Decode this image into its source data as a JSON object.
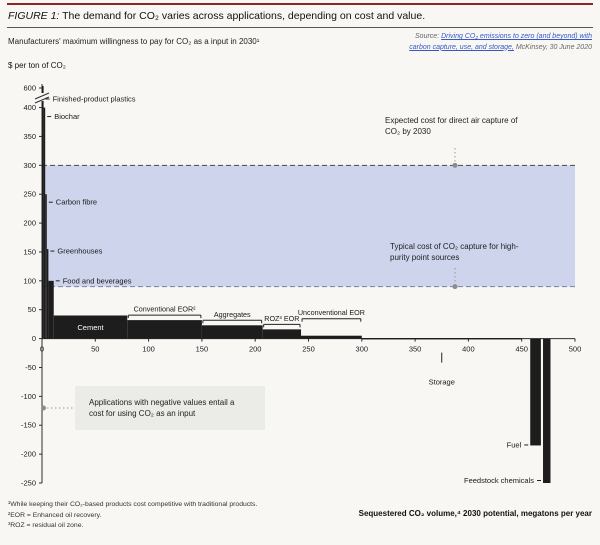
{
  "page": {
    "bg": "#f8f7f4"
  },
  "header": {
    "figure_label": "FIGURE 1:",
    "title": "The demand for CO₂ varies across applications, depending on cost and value."
  },
  "subtitle": "Manufacturers' maximum willingness to pay for CO₂ as a input in 2030¹",
  "source": {
    "prefix": "Source: ",
    "link_line1": "Driving CO₂ emissions to zero (and beyond) with",
    "link_line2": "carbon capture, use, and storage,",
    "suffix": " McKinsey, 30 June 2020"
  },
  "y_unit_label": "$ per ton of CO₂",
  "annotations": {
    "dac": "Expected cost for direct air capture of CO₂ by 2030",
    "point_source": "Typical cost of CO₂ capture for high-purity point sources",
    "negative_note": "Applications with negative values entail a cost for using CO₂ as an input"
  },
  "x_caption": "Sequestered CO₂ volume,⁴ 2030 potential, megatons per year",
  "footnotes": [
    "¹While keeping their CO₂-based products cost competitive with traditional products.",
    "²EOR = Enhanced oil recovery.",
    "³ROZ = residual oil zone."
  ],
  "chart_data": {
    "type": "bar",
    "title": "Manufacturers' maximum willingness to pay for CO₂ as a input in 2030",
    "xlabel": "Sequestered CO₂ volume, 2030 potential, megatons per year",
    "ylabel": "$ per ton of CO₂",
    "xlim": [
      0,
      500
    ],
    "ylim": [
      -250,
      600
    ],
    "axis_break_between": [
      420,
      600
    ],
    "x_ticks": [
      0,
      50,
      100,
      150,
      200,
      250,
      300,
      350,
      400,
      450,
      500
    ],
    "y_ticks": [
      600,
      400,
      350,
      300,
      250,
      200,
      150,
      100,
      50,
      0,
      -50,
      -100,
      -150,
      -200,
      -250
    ],
    "band": {
      "from": 90,
      "to": 300,
      "color": "#cdd4ec",
      "label_top": "Expected cost for direct air capture of CO₂ by 2030",
      "label_bottom": "Typical cost of CO₂ capture for high-purity point sources"
    },
    "bar_color": "#1d1d1d",
    "segments": [
      {
        "label": "Finished-product plastics",
        "x0": 0,
        "x1": 1.5,
        "value": 620,
        "offscale": true,
        "label_pos": "spike"
      },
      {
        "label": "Biochar",
        "x0": 1.5,
        "x1": 3,
        "value": 400,
        "label_pos": "spike",
        "label_shift": 9
      },
      {
        "label": "Carbon fibre",
        "x0": 3,
        "x1": 4.5,
        "value": 250,
        "label_pos": "spike",
        "label_shift": 8
      },
      {
        "label": "Greenhouses",
        "x0": 4.5,
        "x1": 6,
        "value": 155,
        "label_pos": "spike",
        "label_shift": 2
      },
      {
        "label": "Food and beverages",
        "x0": 6,
        "x1": 11,
        "value": 100,
        "label_pos": "spike"
      },
      {
        "label": "Cement",
        "x0": 11,
        "x1": 80,
        "value": 40,
        "label_pos": "inside"
      },
      {
        "label": "Conventional EOR²",
        "x0": 80,
        "x1": 150,
        "value": 32,
        "label_pos": "above"
      },
      {
        "label": "Aggregates",
        "x0": 150,
        "x1": 207,
        "value": 23,
        "label_pos": "above"
      },
      {
        "label": "ROZ³ EOR",
        "x0": 207,
        "x1": 243,
        "value": 16,
        "label_pos": "above"
      },
      {
        "label": "Unconventional EOR",
        "x0": 243,
        "x1": 300,
        "value": 5,
        "label_pos": "above",
        "label_shift": 12
      },
      {
        "label": "Storage",
        "x0": 300,
        "x1": 450,
        "value": 1,
        "label_pos": "below"
      },
      {
        "label": "Fuel",
        "x0": 458,
        "x1": 468,
        "value": -185,
        "label_pos": "neg-left",
        "label_shift": 2
      },
      {
        "label": "Feedstock chemicals",
        "x0": 470,
        "x1": 477,
        "value": -250,
        "label_pos": "neg-left"
      }
    ]
  }
}
